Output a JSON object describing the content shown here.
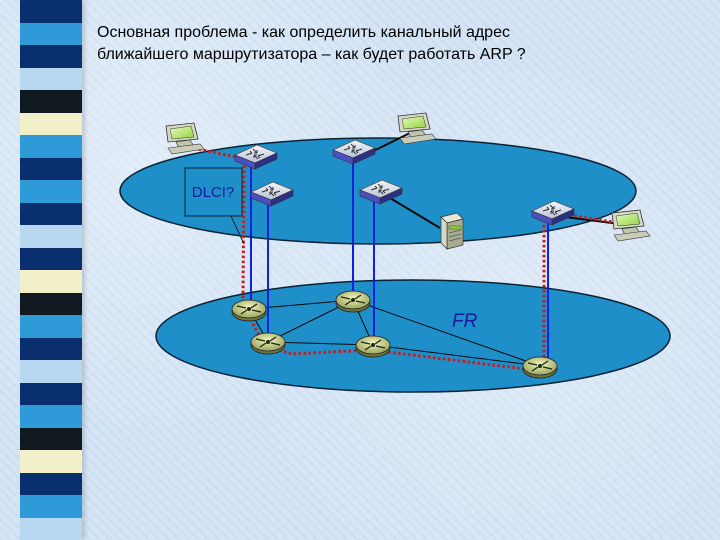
{
  "title_lines": [
    "Основная проблема - как определить канальный адрес",
    "ближайшего маршрутизатора – как будет работать ARP ?"
  ],
  "diagram": {
    "callout_label": "DLCI?",
    "cloud_label": "FR"
  },
  "colors": {
    "network_fill": "#1e8fc8",
    "network_outline": "#0b2233",
    "link_blue": "#1020e0",
    "path_red": "#d01818",
    "callout_text": "#1a1aa0",
    "cloud_label": "#1a1a9a"
  },
  "stripe_colors": [
    "#0a2f6e",
    "#2e9ad8",
    "#0a2f6e",
    "#b8d8f2",
    "#101820",
    "#f2f0c8",
    "#2e9ad8",
    "#0a2f6e",
    "#2e9ad8",
    "#0a2f6e",
    "#b8d8f2",
    "#0a2f6e",
    "#f2f0c8",
    "#101820",
    "#2e9ad8",
    "#0a2f6e",
    "#b8d8f2",
    "#0a2f6e",
    "#2e9ad8",
    "#101820",
    "#f2f0c8",
    "#0a2f6e",
    "#2e9ad8",
    "#b8d8f2"
  ]
}
